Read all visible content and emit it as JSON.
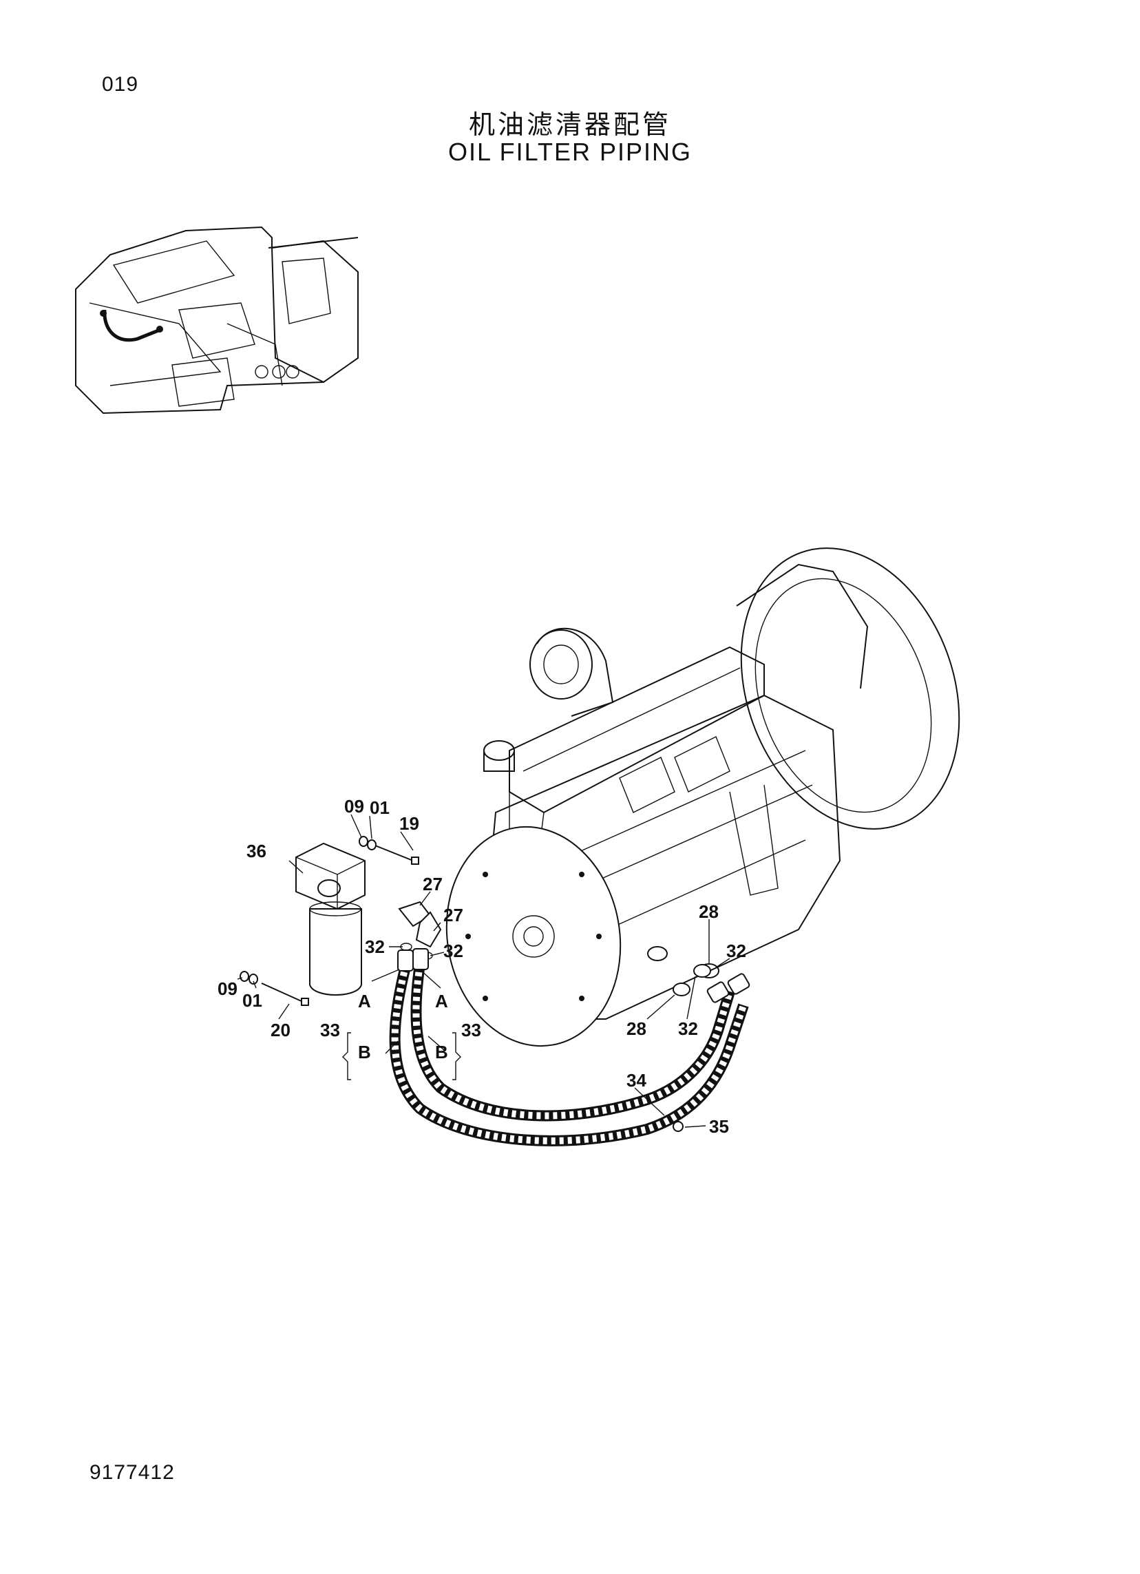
{
  "header": {
    "page_number": "019",
    "title_cn": "机油滤清器配管",
    "title_en": "OIL FILTER PIPING"
  },
  "footer": {
    "doc_id": "9177412"
  },
  "callouts": {
    "c09_top": "09",
    "c01_top": "01",
    "c19": "19",
    "c36": "36",
    "c27_a": "27",
    "c27_b": "27",
    "c32_left": "32",
    "c32_mid": "32",
    "c09_bot": "09",
    "c01_bot": "01",
    "c20": "20",
    "c33_left": "33",
    "c33_right": "33",
    "cA_left": "A",
    "cA_right": "A",
    "cB_left": "B",
    "cB_right": "B",
    "c28_top": "28",
    "c32_right": "32",
    "c28_bot": "28",
    "c32_bot": "32",
    "c34": "34",
    "c35": "35"
  }
}
